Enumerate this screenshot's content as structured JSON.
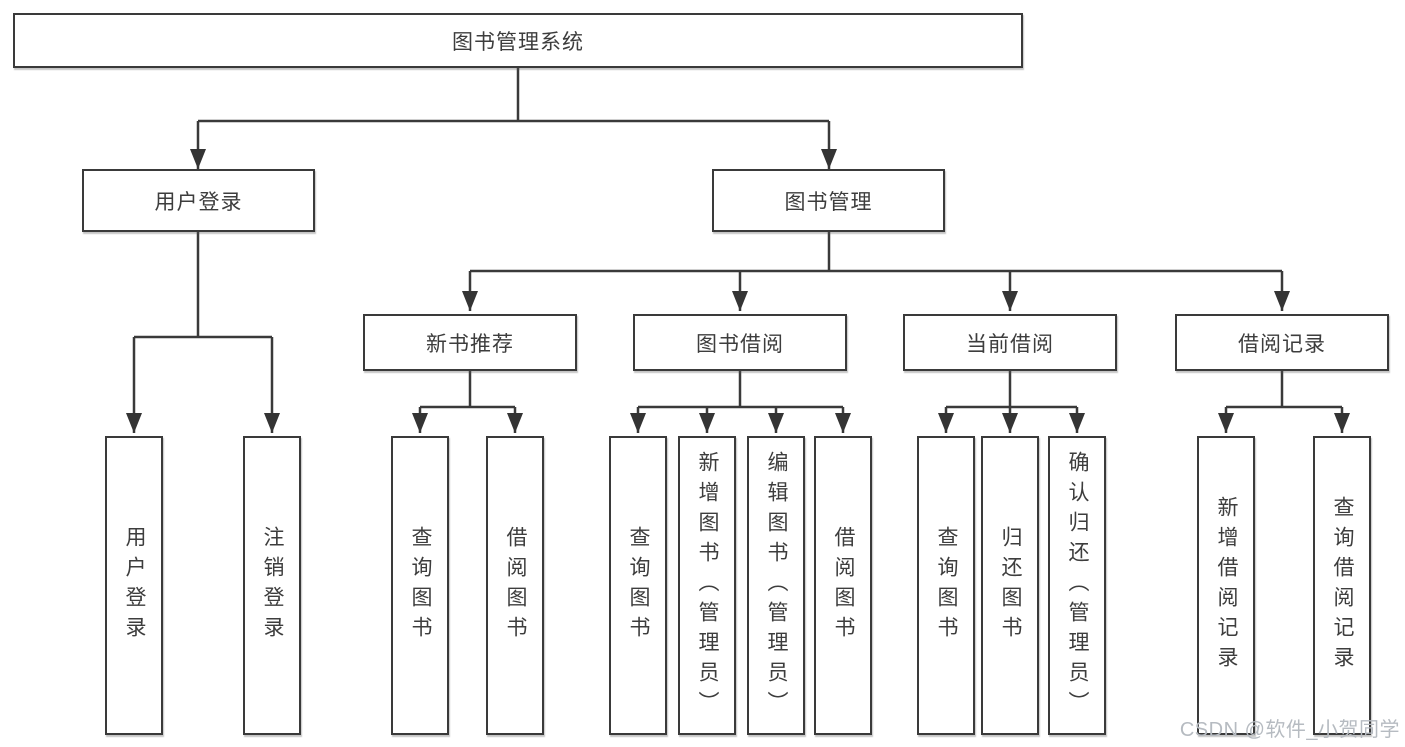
{
  "diagram": {
    "root": {
      "label": "图书管理系统"
    },
    "level1": [
      {
        "label": "用户登录"
      },
      {
        "label": "图书管理"
      }
    ],
    "level2": [
      {
        "label": "新书推荐"
      },
      {
        "label": "图书借阅"
      },
      {
        "label": "当前借阅"
      },
      {
        "label": "借阅记录"
      }
    ],
    "leaves": {
      "user_login": [
        "用户登录",
        "注销登录"
      ],
      "new_book_recommend": [
        "查询图书",
        "借阅图书"
      ],
      "book_borrow": [
        "查询图书",
        "新增图书（管理员）",
        "编辑图书（管理员）",
        "借阅图书"
      ],
      "current_borrow": [
        "查询图书",
        "归还图书",
        "确认归还（管理员）"
      ],
      "borrow_records": [
        "新增借阅记录",
        "查询借阅记录"
      ]
    }
  },
  "watermark": {
    "text": "CSDN @软件_小贺同学"
  },
  "colors": {
    "line": "#3a3a3a",
    "box_border": "#3a3a3a",
    "text": "#3d3d3d",
    "watermark": "#b6bbc1",
    "background": "#ffffff"
  }
}
